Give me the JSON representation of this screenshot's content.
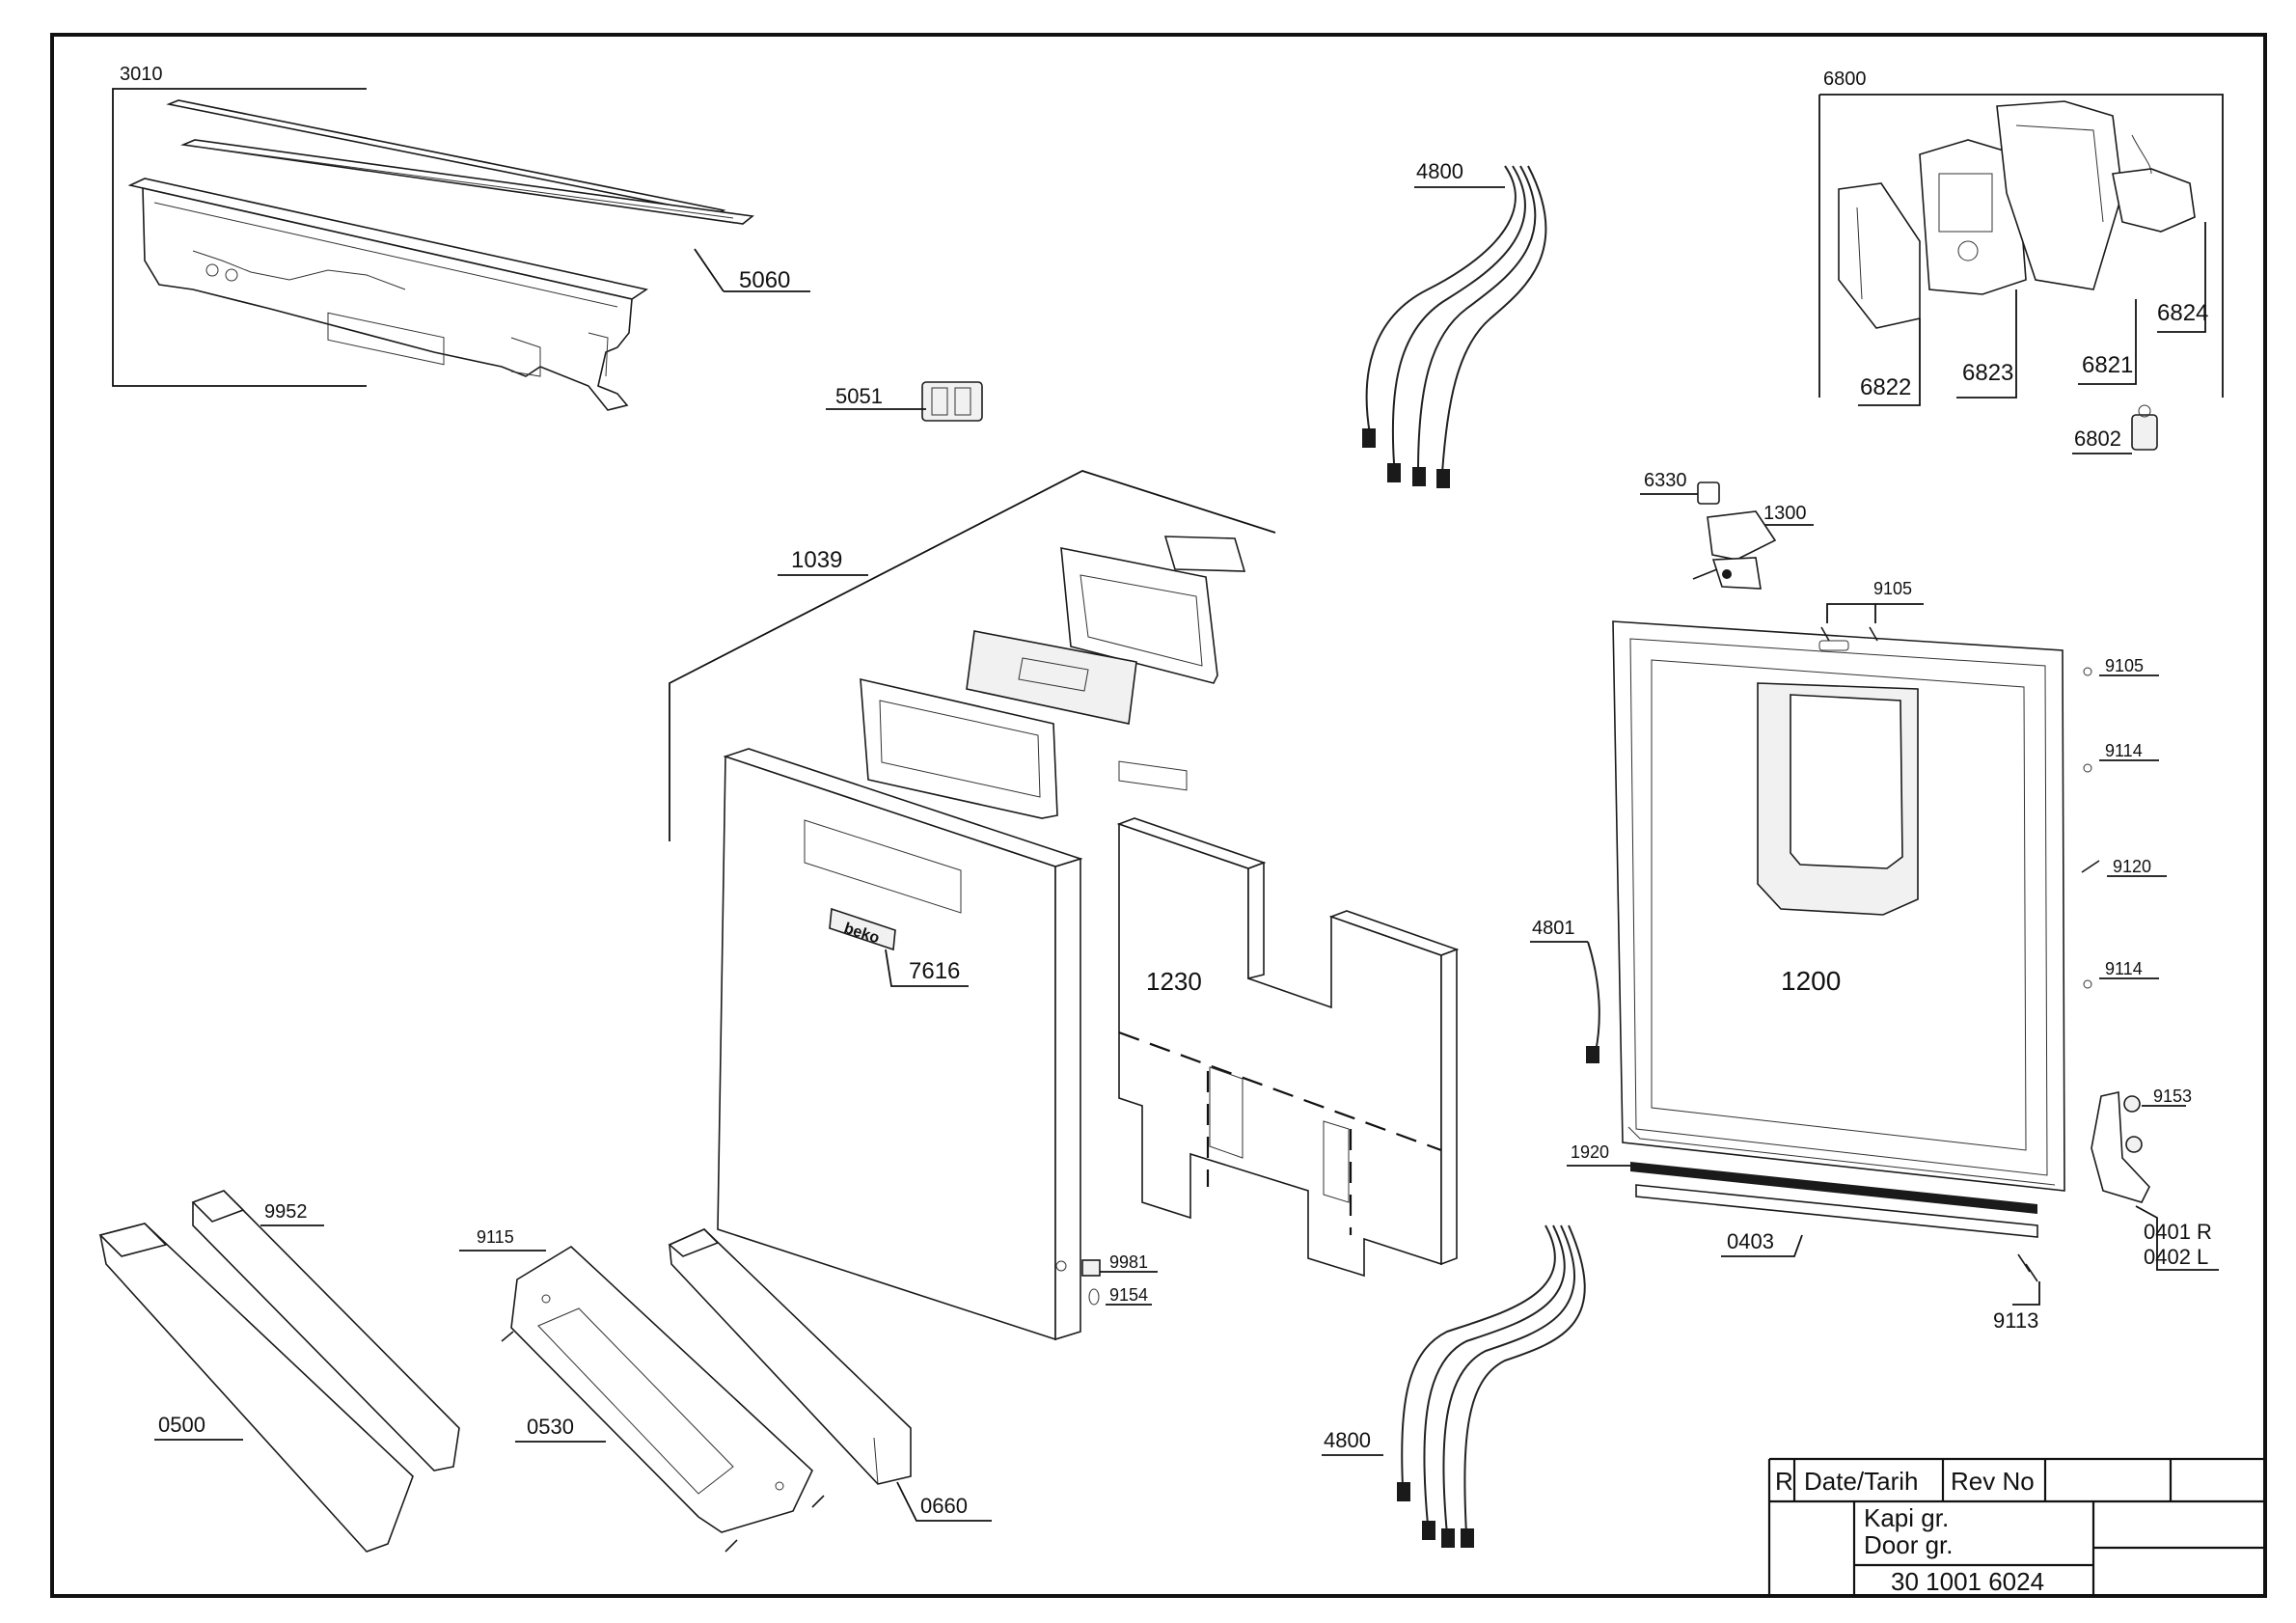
{
  "drawing": {
    "labels": {
      "p3010": "3010",
      "p5060": "5060",
      "p5051": "5051",
      "p4800_top": "4800",
      "p6800": "6800",
      "p6824": "6824",
      "p6822": "6822",
      "p6823": "6823",
      "p6821": "6821",
      "p6802": "6802",
      "p6330": "6330",
      "p1300": "1300",
      "p1039": "1039",
      "p9105_top": "9105",
      "p9105_side": "9105",
      "p9114_a": "9114",
      "p9120": "9120",
      "p9114_b": "9114",
      "p1200": "1200",
      "p4801": "4801",
      "p7616": "7616",
      "p1230": "1230",
      "p9153": "9153",
      "p1920": "1920",
      "p0403": "0403",
      "p0401r": "0401 R",
      "p0402l": "0402 L",
      "p9113": "9113",
      "p9952": "9952",
      "p9115": "9115",
      "p9981": "9981",
      "p9154": "9154",
      "p0500": "0500",
      "p0530": "0530",
      "p0660": "0660",
      "p4800_bottom": "4800"
    },
    "brand_badge": "beko"
  },
  "title_block": {
    "r": "R",
    "date_header": "Date/Tarih",
    "rev_header": "Rev No",
    "title_tr": "Kapi gr.",
    "title_en": "Door gr.",
    "doc_number": "30 1001 6024"
  }
}
